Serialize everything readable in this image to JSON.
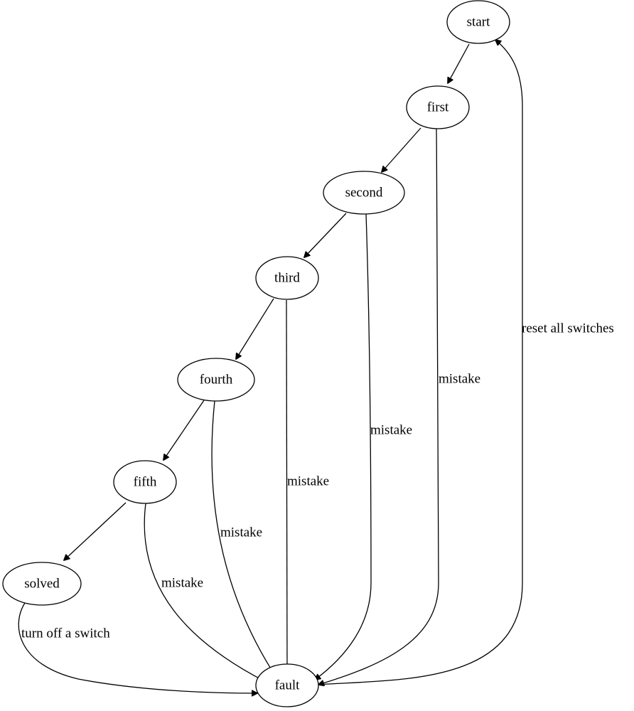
{
  "nodes": {
    "start": "start",
    "first": "first",
    "second": "second",
    "third": "third",
    "fourth": "fourth",
    "fifth": "fifth",
    "solved": "solved",
    "fault": "fault"
  },
  "edges": {
    "first_mistake": "mistake",
    "second_mistake": "mistake",
    "third_mistake": "mistake",
    "fourth_mistake": "mistake",
    "fifth_mistake": "mistake",
    "solved_to_fault": "turn off a switch",
    "fault_to_start": "reset all switches"
  }
}
